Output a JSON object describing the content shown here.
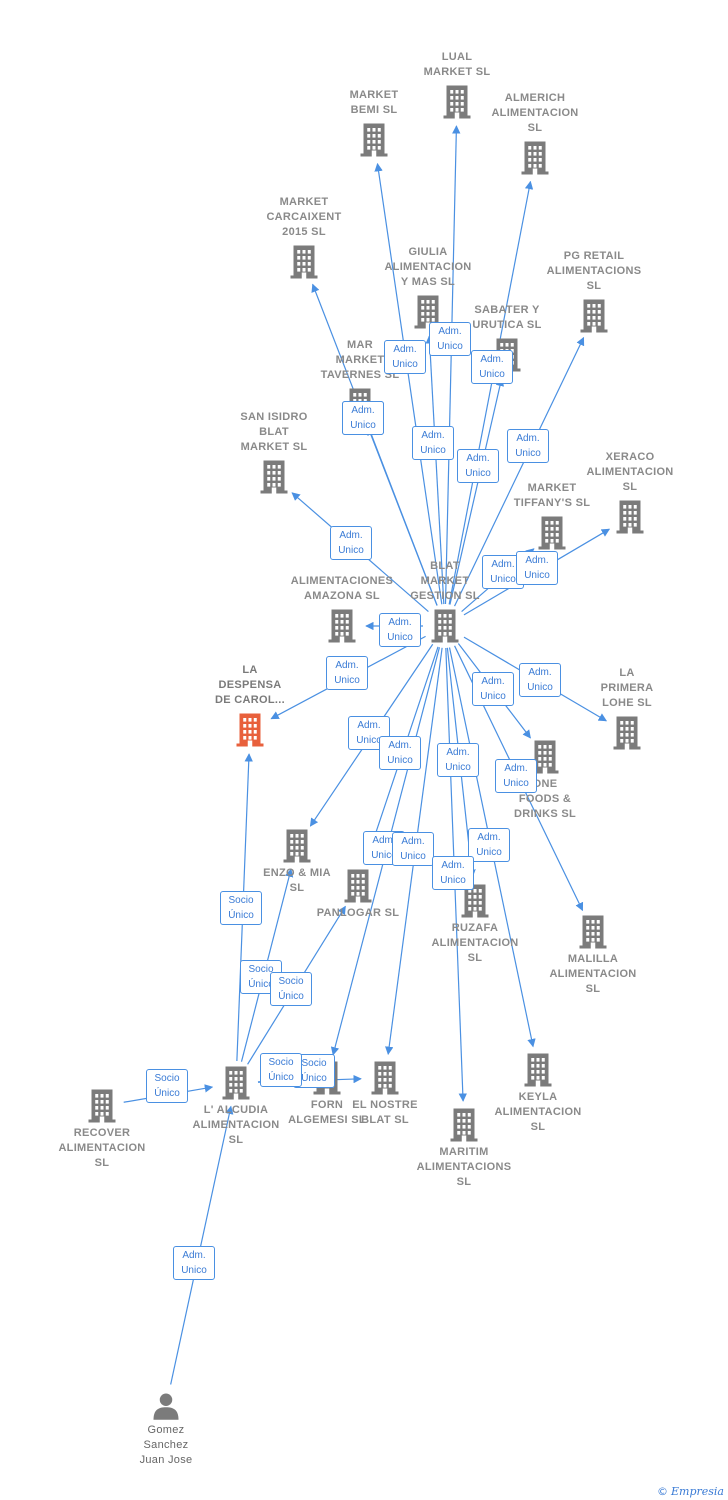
{
  "colors": {
    "edge": "#4a90e2",
    "company": "#7b7b7b",
    "focus_company": "#e8603c",
    "person": "#7b7b7b"
  },
  "nodes": [
    {
      "id": "lual",
      "label": "LUAL\nMARKET SL",
      "kind": "company"
    },
    {
      "id": "bemi",
      "label": "MARKET\nBEMI SL",
      "kind": "company"
    },
    {
      "id": "almerich",
      "label": "ALMERICH\nALIMENTACION\nSL",
      "kind": "company"
    },
    {
      "id": "carcaixent",
      "label": "MARKET\nCARCAIXENT\n2015 SL",
      "kind": "company"
    },
    {
      "id": "giulia",
      "label": "GIULIA\nALIMENTACION\nY MAS SL",
      "kind": "company"
    },
    {
      "id": "pgretail",
      "label": "PG RETAIL\nALIMENTACIONS\nSL",
      "kind": "company"
    },
    {
      "id": "sabater",
      "label": "SABATER Y\nURUTICA SL",
      "kind": "company"
    },
    {
      "id": "mar",
      "label": "MAR\nMARKET\nTAVERNES SL",
      "kind": "company"
    },
    {
      "id": "sanisidro",
      "label": "SAN ISIDRO\nBLAT\nMARKET SL",
      "kind": "company"
    },
    {
      "id": "xeraco",
      "label": "XERACO\nALIMENTACION\nSL",
      "kind": "company"
    },
    {
      "id": "tiffany",
      "label": "MARKET\nTIFFANY'S SL",
      "kind": "company"
    },
    {
      "id": "blat",
      "label": "BLAT\nMARKET\nGESTION SL",
      "kind": "company"
    },
    {
      "id": "amazona",
      "label": "ALIMENTACIONES\nAMAZONA SL",
      "kind": "company"
    },
    {
      "id": "despensa",
      "label": "LA\nDESPENSA\nDE CAROL...",
      "kind": "focus"
    },
    {
      "id": "primera",
      "label": "LA\nPRIMERA\nLOHE SL",
      "kind": "company"
    },
    {
      "id": "onefoods",
      "label": "ONE\nFOODS &\nDRINKS SL",
      "kind": "company"
    },
    {
      "id": "enzo",
      "label": "ENZO & MIA\nSL",
      "kind": "company"
    },
    {
      "id": "panlogar",
      "label": "PANLOGAR SL",
      "kind": "company"
    },
    {
      "id": "ruzafa",
      "label": "RUZAFA\nALIMENTACION\nSL",
      "kind": "company"
    },
    {
      "id": "malilla",
      "label": "MALILLA\nALIMENTACION\nSL",
      "kind": "company"
    },
    {
      "id": "keyla",
      "label": "KEYLA\nALIMENTACION\nSL",
      "kind": "company"
    },
    {
      "id": "forn",
      "label": "FORN\nALGEMESI SL",
      "kind": "company"
    },
    {
      "id": "nostre",
      "label": "EL NOSTRE\nBLAT SL",
      "kind": "company"
    },
    {
      "id": "maritim",
      "label": "MARITIM\nALIMENTACIONS\nSL",
      "kind": "company"
    },
    {
      "id": "alcudia",
      "label": "L' ALCUDIA\nALIMENTACION\nSL",
      "kind": "company"
    },
    {
      "id": "recover",
      "label": "RECOVER\nALIMENTACION\nSL",
      "kind": "company"
    },
    {
      "id": "gomez",
      "label": "Gomez\nSanchez\nJuan Jose",
      "kind": "person"
    }
  ],
  "edges": [
    {
      "from": "blat",
      "to": "lual",
      "label": "Adm.\nUnico"
    },
    {
      "from": "blat",
      "to": "bemi",
      "label": "Adm.\nUnico"
    },
    {
      "from": "blat",
      "to": "almerich",
      "label": "Adm.\nUnico"
    },
    {
      "from": "blat",
      "to": "carcaixent",
      "label": "Adm.\nUnico"
    },
    {
      "from": "blat",
      "to": "giulia",
      "label": "Adm.\nUnico"
    },
    {
      "from": "blat",
      "to": "sabater",
      "label": "Adm.\nUnico"
    },
    {
      "from": "blat",
      "to": "pgretail",
      "label": "Adm.\nUnico"
    },
    {
      "from": "blat",
      "to": "mar",
      "label": "Adm.\nUnico"
    },
    {
      "from": "blat",
      "to": "sanisidro",
      "label": "Adm.\nUnico"
    },
    {
      "from": "blat",
      "to": "tiffany",
      "label": "Adm.\nUnico"
    },
    {
      "from": "blat",
      "to": "xeraco",
      "label": "Adm.\nUnico"
    },
    {
      "from": "blat",
      "to": "amazona",
      "label": "Adm.\nUnico"
    },
    {
      "from": "blat",
      "to": "despensa",
      "label": "Adm.\nUnico"
    },
    {
      "from": "blat",
      "to": "primera",
      "label": "Adm.\nUnico"
    },
    {
      "from": "blat",
      "to": "onefoods",
      "label": "Adm.\nUnico"
    },
    {
      "from": "blat",
      "to": "malilla",
      "label": "Adm.\nUnico"
    },
    {
      "from": "blat",
      "to": "enzo",
      "label": "Adm.\nUnico"
    },
    {
      "from": "blat",
      "to": "panlogar",
      "label": "Adm.\nUnico"
    },
    {
      "from": "blat",
      "to": "ruzafa",
      "label": "Adm.\nUnico"
    },
    {
      "from": "blat",
      "to": "keyla",
      "label": "Adm.\nUnico"
    },
    {
      "from": "blat",
      "to": "forn",
      "label": "Adm.\nUnico"
    },
    {
      "from": "blat",
      "to": "nostre",
      "label": "Adm.\nUnico"
    },
    {
      "from": "blat",
      "to": "maritim",
      "label": "Adm.\nUnico"
    },
    {
      "from": "alcudia",
      "to": "despensa",
      "label": "Socio\nÚnico"
    },
    {
      "from": "alcudia",
      "to": "enzo",
      "label": "Socio\nÚnico"
    },
    {
      "from": "alcudia",
      "to": "panlogar",
      "label": "Socio\nÚnico"
    },
    {
      "from": "alcudia",
      "to": "nostre",
      "label": "Socio\nÚnico"
    },
    {
      "from": "alcudia",
      "to": "forn",
      "label": "Socio\nÚnico"
    },
    {
      "from": "recover",
      "to": "alcudia",
      "label": "Socio\nÚnico"
    },
    {
      "from": "gomez",
      "to": "alcudia",
      "label": "Adm.\nUnico"
    }
  ],
  "brand": {
    "copyright": "©",
    "name": "Empresia"
  }
}
